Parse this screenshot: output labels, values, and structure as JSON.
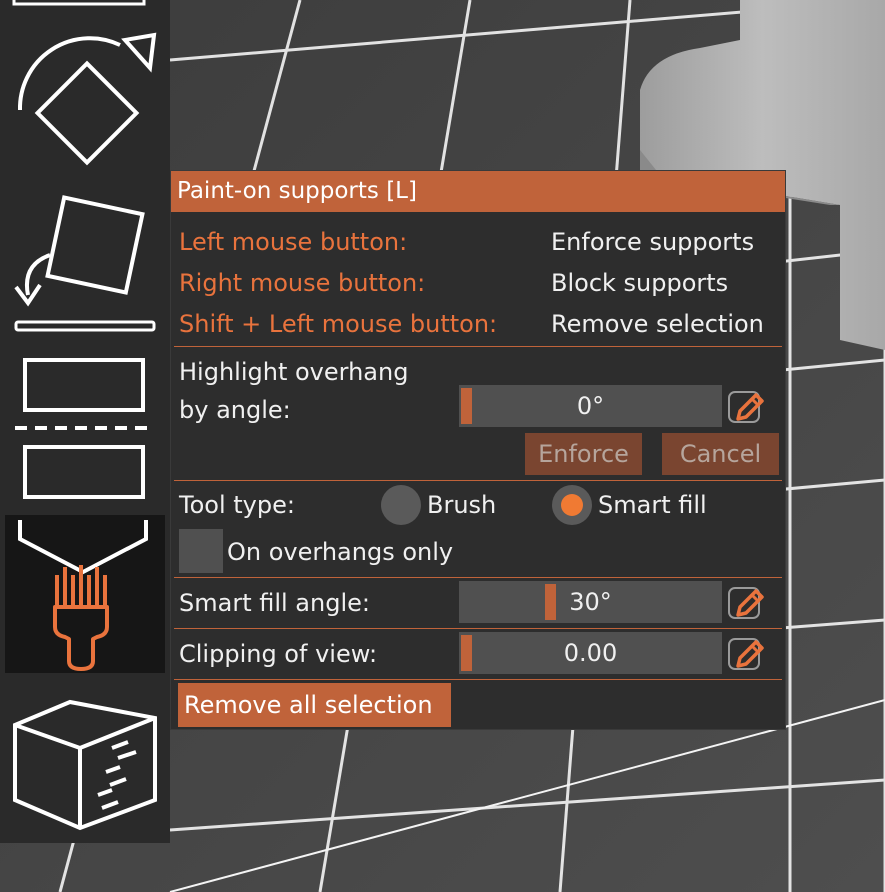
{
  "panel": {
    "title": "Paint-on supports [L]",
    "shortcuts": [
      {
        "key": "Left mouse button:",
        "action": "Enforce supports"
      },
      {
        "key": "Right mouse button:",
        "action": "Block supports"
      },
      {
        "key": "Shift + Left mouse button:",
        "action": "Remove selection"
      }
    ],
    "highlight": {
      "label_line1": "Highlight overhang",
      "label_line2": "by angle:",
      "value": "0°",
      "fraction": 0.0,
      "enforce_label": "Enforce",
      "cancel_label": "Cancel"
    },
    "tool_type": {
      "label": "Tool type:",
      "options": [
        "Brush",
        "Smart fill"
      ],
      "selected": "Smart fill"
    },
    "overhangs_only": {
      "label": "On overhangs only",
      "checked": false
    },
    "smart_fill_angle": {
      "label": "Smart fill angle:",
      "value": "30°",
      "fraction": 0.333
    },
    "clipping": {
      "label": "Clipping of view:",
      "value": "0.00",
      "fraction": 0.0
    },
    "remove_all_label": "Remove all selection"
  },
  "colors": {
    "accent": "#c0633a",
    "accent_text": "#e9733d",
    "panel_bg": "#2d2d2d",
    "slider_bg": "#505050",
    "radio_dot": "#f07a33"
  },
  "icons": [
    "rotate-icon",
    "place-on-face-icon",
    "cut-icon",
    "paint-support-icon",
    "seam-paint-icon",
    "pencil-icon"
  ]
}
